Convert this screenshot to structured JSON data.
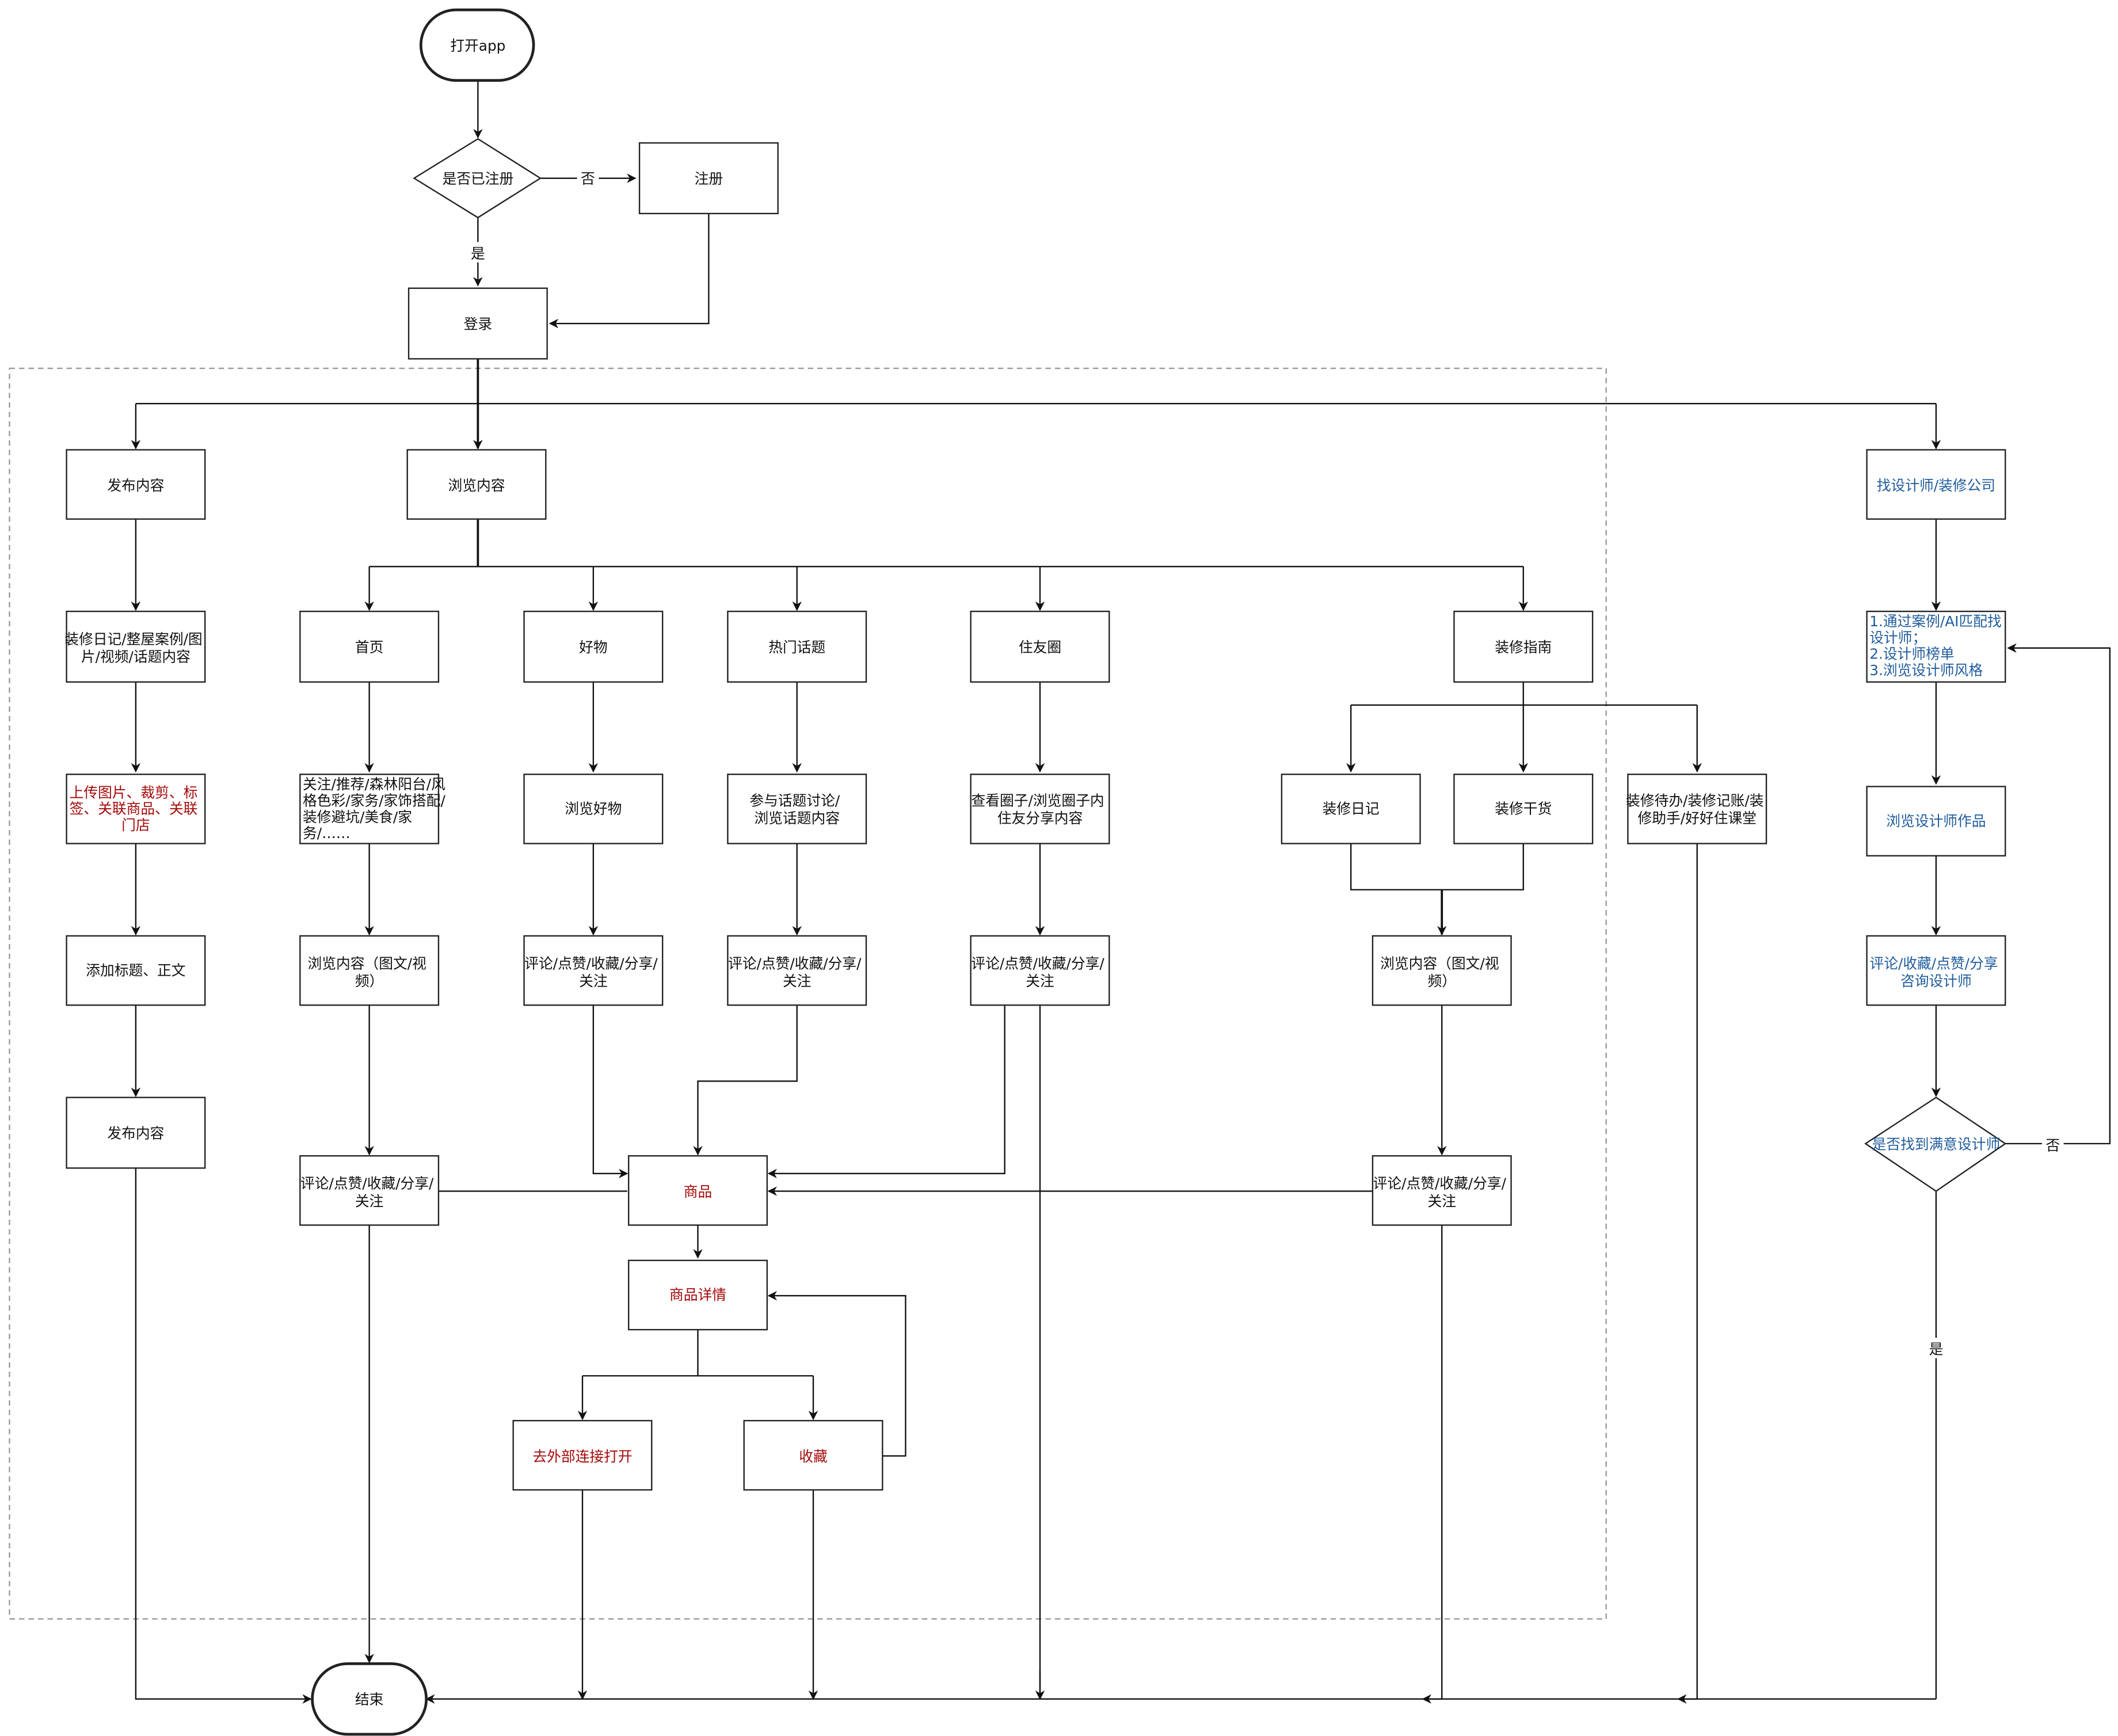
{
  "colors": {
    "text": "#111111",
    "highlight_red": "#a40a0a",
    "highlight_blue": "#1f5c9c",
    "stroke": "#222222",
    "boundary": "#9a9a9a"
  },
  "nodes": {
    "start": "打开app",
    "is_registered": "是否已注册",
    "register": "注册",
    "login": "登录",
    "publish": "发布内容",
    "publish_types": [
      "装修日记/整屋案例/图",
      "片/视频/话题内容"
    ],
    "publish_upload": [
      "上传图片、裁剪、标",
      "签、关联商品、关联",
      "门店"
    ],
    "publish_title": "添加标题、正文",
    "publish_submit": "发布内容",
    "browse": "浏览内容",
    "home": "首页",
    "home_tabs": [
      "关注/推荐/森林阳台/风",
      "格色彩/家务/家饰搭配/",
      "装修避坑/美食/家",
      "务/……"
    ],
    "home_browse": [
      "浏览内容（图文/视",
      "频）"
    ],
    "home_actions": [
      "评论/点赞/收藏/分享/",
      "关注"
    ],
    "goods": "好物",
    "goods_browse": "浏览好物",
    "goods_actions": [
      "评论/点赞/收藏/分享/",
      "关注"
    ],
    "topics": "热门话题",
    "topics_join": [
      "参与话题讨论/",
      "浏览话题内容"
    ],
    "topics_actions": [
      "评论/点赞/收藏/分享/",
      "关注"
    ],
    "circle": "住友圈",
    "circle_view": [
      "查看圈子/浏览圈子内",
      "住友分享内容"
    ],
    "circle_actions": [
      "评论/点赞/收藏/分享/",
      "关注"
    ],
    "guide": "装修指南",
    "guide_diary": "装修日记",
    "guide_tips": "装修干货",
    "guide_tools": [
      "装修待办/装修记账/装",
      "修助手/好好住课堂"
    ],
    "guide_browse": [
      "浏览内容（图文/视",
      "频）"
    ],
    "guide_actions": [
      "评论/点赞/收藏/分享/",
      "关注"
    ],
    "product": "商品",
    "product_detail": "商品详情",
    "product_external": "去外部连接打开",
    "product_favorite": "收藏",
    "find_designer": "找设计师/装修公司",
    "designer_methods": [
      "1.通过案例/AI匹配找",
      "设计师；",
      "2.设计师榜单",
      "3.浏览设计师风格"
    ],
    "designer_works": "浏览设计师作品",
    "designer_actions": [
      "评论/收藏/点赞/分享",
      "咨询设计师"
    ],
    "designer_satisfied": "是否找到满意设计师",
    "end": "结束"
  },
  "edge_labels": {
    "register_no": "否",
    "register_yes": "是",
    "designer_no": "否",
    "designer_yes": "是"
  }
}
